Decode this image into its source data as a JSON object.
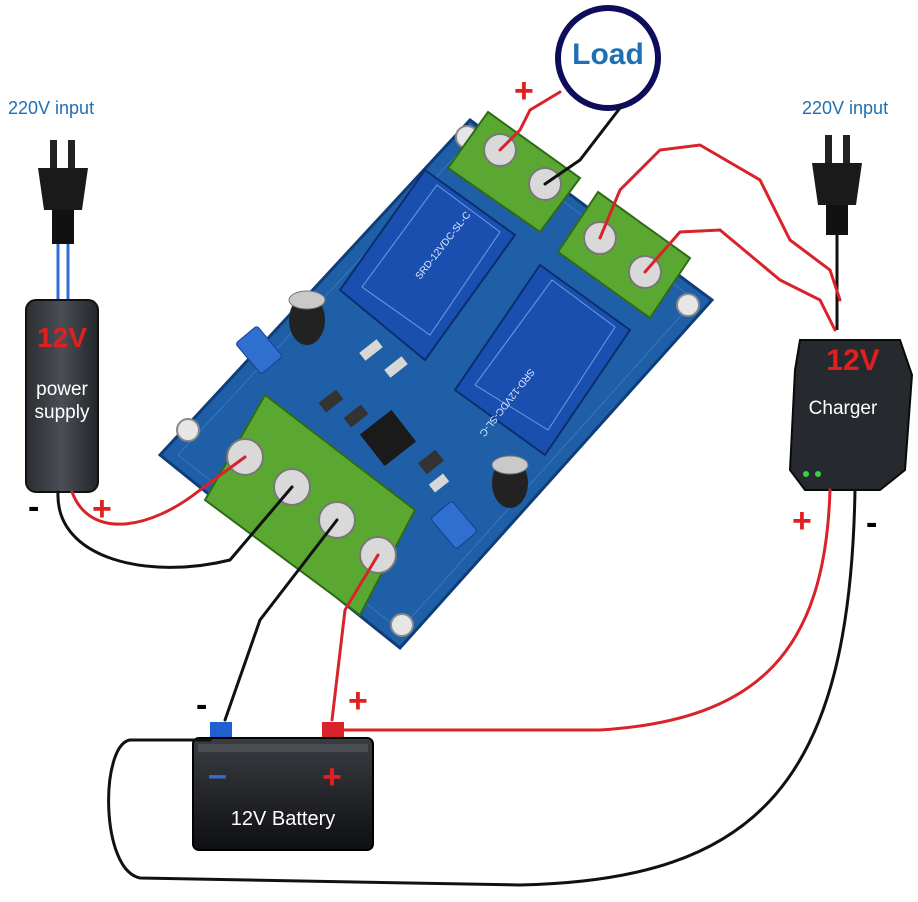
{
  "diagram": {
    "load_label": "Load",
    "left_input_label": "220V input",
    "right_input_label": "220V input",
    "power_supply": {
      "voltage": "12V",
      "line1": "power",
      "line2": "supply"
    },
    "charger": {
      "voltage": "12V",
      "label": "Charger"
    },
    "battery": {
      "label": "12V Battery",
      "neg_symbol": "–",
      "pos_symbol": "+"
    },
    "signs": {
      "plus": "+",
      "minus": "-"
    },
    "colors": {
      "red_wire": "#d8232a",
      "black_wire": "#111111",
      "pcb": "#1f5fa8",
      "relay": "#1a4fb0",
      "terminal": "#5aa832",
      "label_blue": "#1f6fb5"
    }
  }
}
